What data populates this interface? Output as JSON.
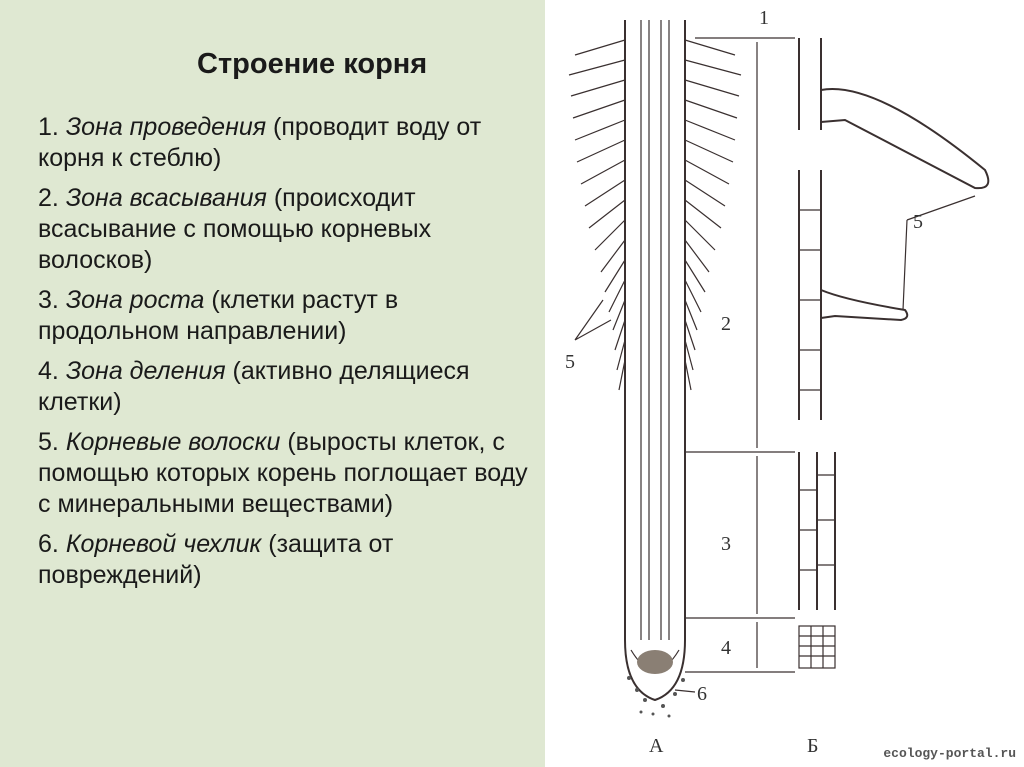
{
  "slide": {
    "title": "Строение корня",
    "items": [
      {
        "num": "1.",
        "term": "Зона проведения",
        "desc": " (проводит воду от корня к стеблю)"
      },
      {
        "num": "2.",
        "term": "Зона всасывания",
        "desc": " (происходит всасывание с помощью корневых волосков)"
      },
      {
        "num": "3.",
        "term": "Зона роста",
        "desc": " (клетки растут в продольном направлении)"
      },
      {
        "num": "4.",
        "term": "Зона деления",
        "desc": " (активно делящиеся клетки)"
      },
      {
        "num": "5.",
        "term": "Корневые волоски",
        "desc": " (выросты клеток, с помощью которых корень поглощает воду с минеральными веществами)"
      },
      {
        "num": "6.",
        "term": "Корневой чехлик",
        "desc": " (защита от повреждений)"
      }
    ]
  },
  "diagram": {
    "zone_labels": [
      "1",
      "2",
      "3",
      "4",
      "5",
      "6"
    ],
    "panel_labels": {
      "a": "А",
      "b": "Б"
    },
    "hair_label_left": "5",
    "hair_label_right": "5",
    "cap_label": "6"
  },
  "watermark": "ecology-portal.ru",
  "colors": {
    "panel_bg": "#dfe8d2",
    "ink": "#3a3030"
  }
}
